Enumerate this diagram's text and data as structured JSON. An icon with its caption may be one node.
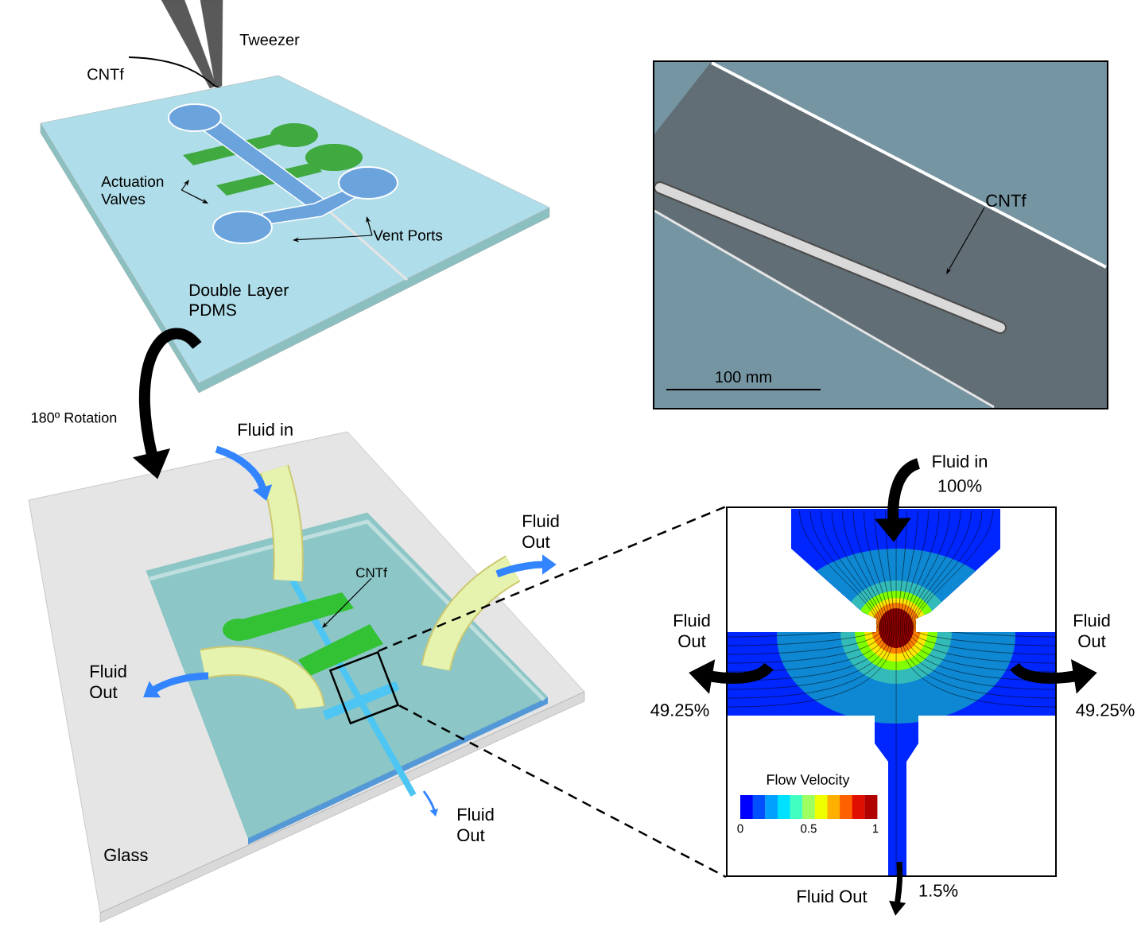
{
  "diagram": {
    "nodes": [
      {
        "text": [
          "Double Layer PDMS"
        ]
      },
      {
        "text": [
          "Actuation Valves"
        ],
        "in": 0
      },
      {
        "text": [
          "Vent Ports"
        ],
        "in": 0
      },
      {
        "text": [
          "Glass"
        ]
      },
      {
        "text": [
          "CNTf"
        ],
        "in": 3
      },
      {
        "text": [],
        "shape": "box",
        "in": 3
      },
      {
        "text": [],
        "shape": "picture"
      },
      {
        "text": [],
        "shape": "picture"
      },
      {
        "text": [
          "CNTf"
        ],
        "in": 7
      }
    ],
    "edges": [
      {
        "from": 0,
        "to": 3,
        "arrow": "to",
        "label": "180º Rotation",
        "style": "thick"
      },
      {
        "from": 1,
        "to": null,
        "arrow": "to"
      },
      {
        "from": 1,
        "to": null,
        "arrow": "to"
      },
      {
        "from": 2,
        "to": null,
        "arrow": "to"
      },
      {
        "from": 2,
        "to": null,
        "arrow": "to"
      },
      {
        "from": 4,
        "to": null,
        "arrow": "to"
      },
      {
        "from": 5,
        "to": 6,
        "arrow": "none",
        "style": "dashed"
      },
      {
        "from": 5,
        "to": 6,
        "arrow": "none",
        "style": "dashed"
      },
      {
        "from": 8,
        "to": null,
        "arrow": "to"
      }
    ],
    "labels": [
      "Tweezer",
      "CNTf",
      "Fluid in",
      "Fluid Out",
      "Fluid Out",
      "Fluid Out",
      "100 mm",
      "Fluid in",
      "100%",
      "Fluid Out",
      "49.25%",
      "Fluid Out",
      "49.25%",
      "Flow Velocity",
      "0",
      "0.5",
      "1",
      "Fluid Out",
      "1.5%"
    ]
  }
}
